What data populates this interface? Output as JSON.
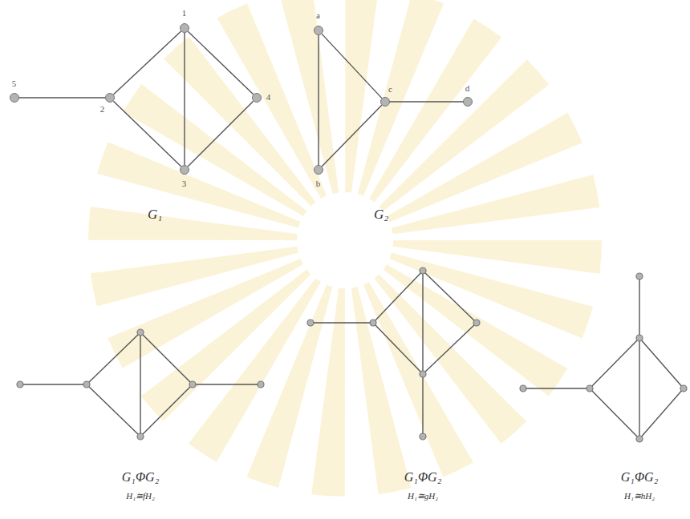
{
  "diagram": {
    "nodes": [
      {
        "text": [
          "1"
        ]
      },
      {
        "text": [
          "2"
        ]
      },
      {
        "text": [
          "3"
        ]
      },
      {
        "text": [
          "4"
        ]
      },
      {
        "text": [
          "5"
        ]
      },
      {
        "text": [
          "a"
        ]
      },
      {
        "text": [
          "b"
        ]
      },
      {
        "text": [
          "c"
        ]
      },
      {
        "text": [
          "d"
        ]
      }
    ],
    "edges": [
      {
        "from": 0,
        "to": 1,
        "arrow": "none"
      },
      {
        "from": 0,
        "to": 2,
        "arrow": "none"
      },
      {
        "from": 0,
        "to": 3,
        "arrow": "none"
      },
      {
        "from": 1,
        "to": 2,
        "arrow": "none"
      },
      {
        "from": 2,
        "to": 3,
        "arrow": "none"
      },
      {
        "from": 4,
        "to": 1,
        "arrow": "none"
      },
      {
        "from": 5,
        "to": 6,
        "arrow": "none"
      },
      {
        "from": 5,
        "to": 7,
        "arrow": "none"
      },
      {
        "from": 6,
        "to": 7,
        "arrow": "none"
      },
      {
        "from": 7,
        "to": 8,
        "arrow": "none"
      }
    ],
    "labels": [
      "G₁",
      "G₂",
      "G₁ΦG₂",
      "G₁ΦG₂",
      "G₁ΦG₂",
      "H₁≅fH₂",
      "H₁≅gH₂",
      "H₁≅hH₂"
    ]
  }
}
